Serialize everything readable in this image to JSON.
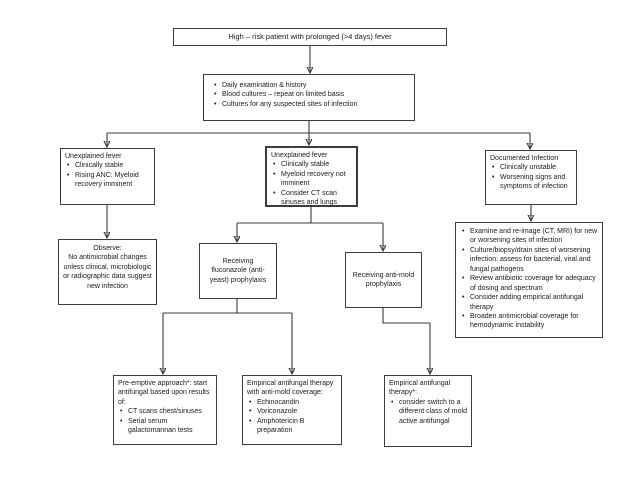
{
  "figure": {
    "kind": "clinical-decision-flowchart",
    "colors": {
      "line": "#3c3c3c",
      "border": "#3c3c3c",
      "background": "#ffffff",
      "text": "#1a1a1a"
    }
  },
  "boxes": {
    "top": {
      "text": "High – risk patient with prolonged (>4 days) fever"
    },
    "workup": {
      "bullets": [
        "Daily examination & history",
        "Blood cultures – repeat on limited basis",
        "Cultures for any suspected sites of infection"
      ]
    },
    "unexplained_stable": {
      "title": "Unexplained fever",
      "bullets": [
        "Clinically stable",
        "Rising ANC: Myeloid recovery imminent"
      ]
    },
    "unexplained_persistent": {
      "title": "Unexplained fever",
      "bullets": [
        "Clinically stable",
        "Myeloid recovery not imminent",
        "Consider CT scan sinuses and lungs"
      ]
    },
    "documented": {
      "title": "Documented Infection",
      "bullets": [
        "Clinically unstable",
        "Worsening signs and symptoms of infection"
      ]
    },
    "observe": {
      "title": "Observe:",
      "body": "No antimicrobial changes unless clinical, microbiologic or radiographic data suggest new infection"
    },
    "fluconazole": {
      "text": "Receiving fluconazole (anti-yeast) prophylaxis"
    },
    "antimold": {
      "text": "Receiving anti-mold prophylaxis"
    },
    "documented_actions": {
      "bullets": [
        "Examine and re-image (CT, MRI) for new or worsening sites of infection",
        "Culture/biopsy/drain sites of worsening infection: assess for bacterial, viral and fungal pathogens",
        "Review antibiotic coverage for adequacy of dosing and spectrum",
        "Consider adding empirical antifungal therapy",
        "Broaden antimicrobial coverage for hemodynamic instability"
      ]
    },
    "preemptive": {
      "title": "Pre-emptive approach*: start antifungal based upon results of:",
      "bullets": [
        "CT scans chest/sinuses",
        "Serial serum galactomannan tests"
      ]
    },
    "empirical_antimold": {
      "title": "Empirical antifungal therapy with anti-mold coverage:",
      "bullets": [
        "Echinocandin",
        "Voriconazole",
        "Amphotericin B preparation"
      ]
    },
    "empirical_switch": {
      "title": "Empirical antifungal therapy*:",
      "bullets": [
        "consider switch to a different class of mold active antifungal"
      ]
    }
  }
}
